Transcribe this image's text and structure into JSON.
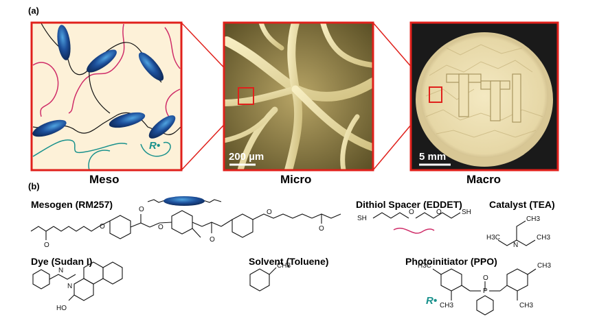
{
  "panel_a": {
    "label": "(a)",
    "scales": [
      "Meso",
      "Micro",
      "Macro"
    ],
    "micro_scale_bar": "200 µm",
    "macro_scale_bar": "5 mm",
    "radical_label": "R•"
  },
  "panel_b": {
    "label": "(b)",
    "compounds": {
      "mesogen": "Mesogen (RM257)",
      "dithiol": "Dithiol Spacer (EDDET)",
      "catalyst": "Catalyst (TEA)",
      "dye": "Dye (Sudan I)",
      "solvent": "Solvent (Toluene)",
      "photoinitiator": "Photoinitiator (PPO)"
    },
    "atoms": {
      "sh": "SH",
      "ho": "HO",
      "ch3": "CH3",
      "h3c": "H3C",
      "p": "P",
      "n": "N",
      "o": "O"
    }
  },
  "colors": {
    "frame_red": "#e0201b",
    "meso_bg": "#fdf1d8",
    "mesogen_blue": "#1d4f9a",
    "spacer_pink": "#cf2c68",
    "radical_teal": "#18918c"
  }
}
